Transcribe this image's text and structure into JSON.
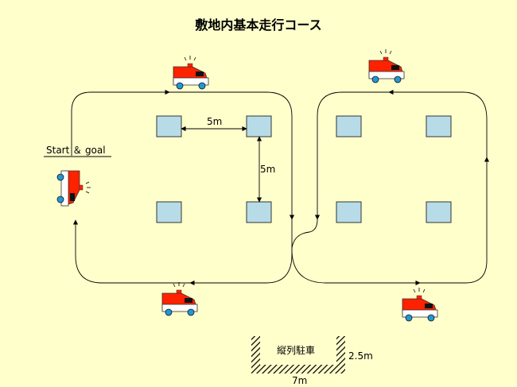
{
  "title": "敷地内基本走行コース",
  "labels": {
    "start_goal": "Start ＆ goal",
    "dist_h": "5m",
    "dist_v": "5m",
    "parking": "縦列駐車",
    "parking_depth": "2.5m",
    "parking_width": "7m"
  },
  "colors": {
    "background": "#ffffcc",
    "block_fill": "#b7dce8",
    "block_stroke": "#333333",
    "car_body": "#ff2200",
    "car_lower": "#ffffff",
    "wheel": "#2299cc",
    "line": "#000000"
  }
}
